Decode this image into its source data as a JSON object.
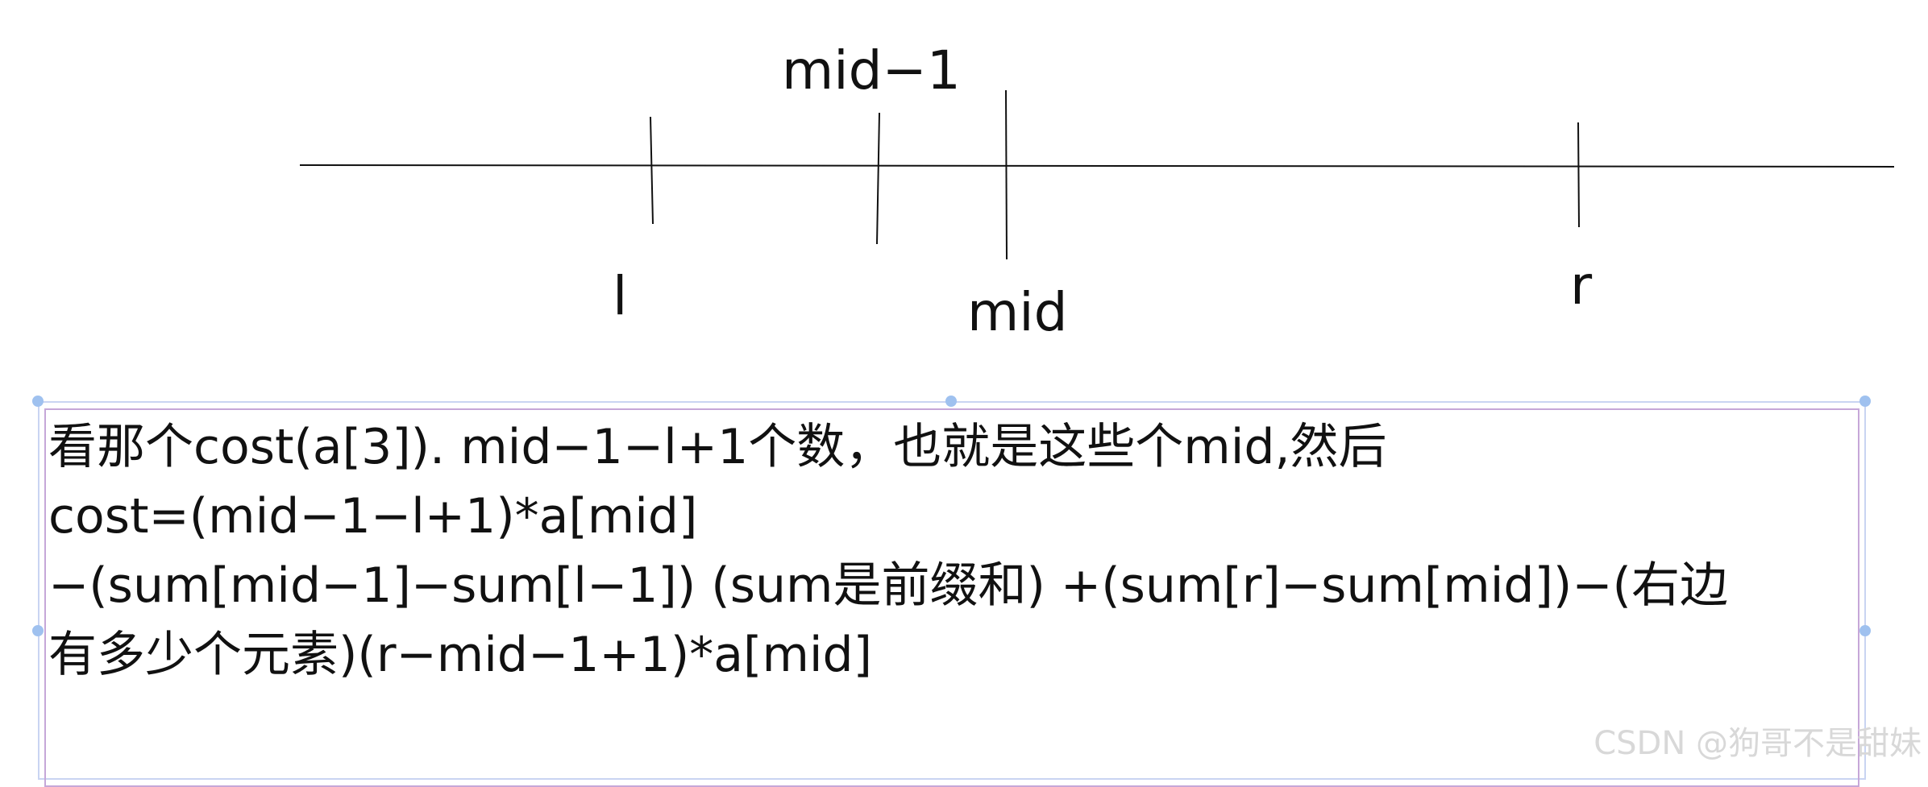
{
  "diagram": {
    "labels": {
      "mid_minus_1": "mid−1",
      "l": "l",
      "mid": "mid",
      "r": "r"
    },
    "line_color": "#111111"
  },
  "note": {
    "lines": [
      "看那个cost(a[3]). mid−1−l+1个数，也就是这些个mid,然后",
      "cost=(mid−1−l+1)*a[mid]",
      "−(sum[mid−1]−sum[l−1]) (sum是前缀和) +(sum[r]−sum[mid])−(右边",
      "有多少个元素)(r−mid−1+1)*a[mid]"
    ]
  },
  "selection": {
    "frame_color": "#c9d4f2",
    "box_color": "#c6a7d8",
    "handle_color": "#9fc1ef"
  },
  "watermark": "CSDN @狗哥不是甜妹"
}
